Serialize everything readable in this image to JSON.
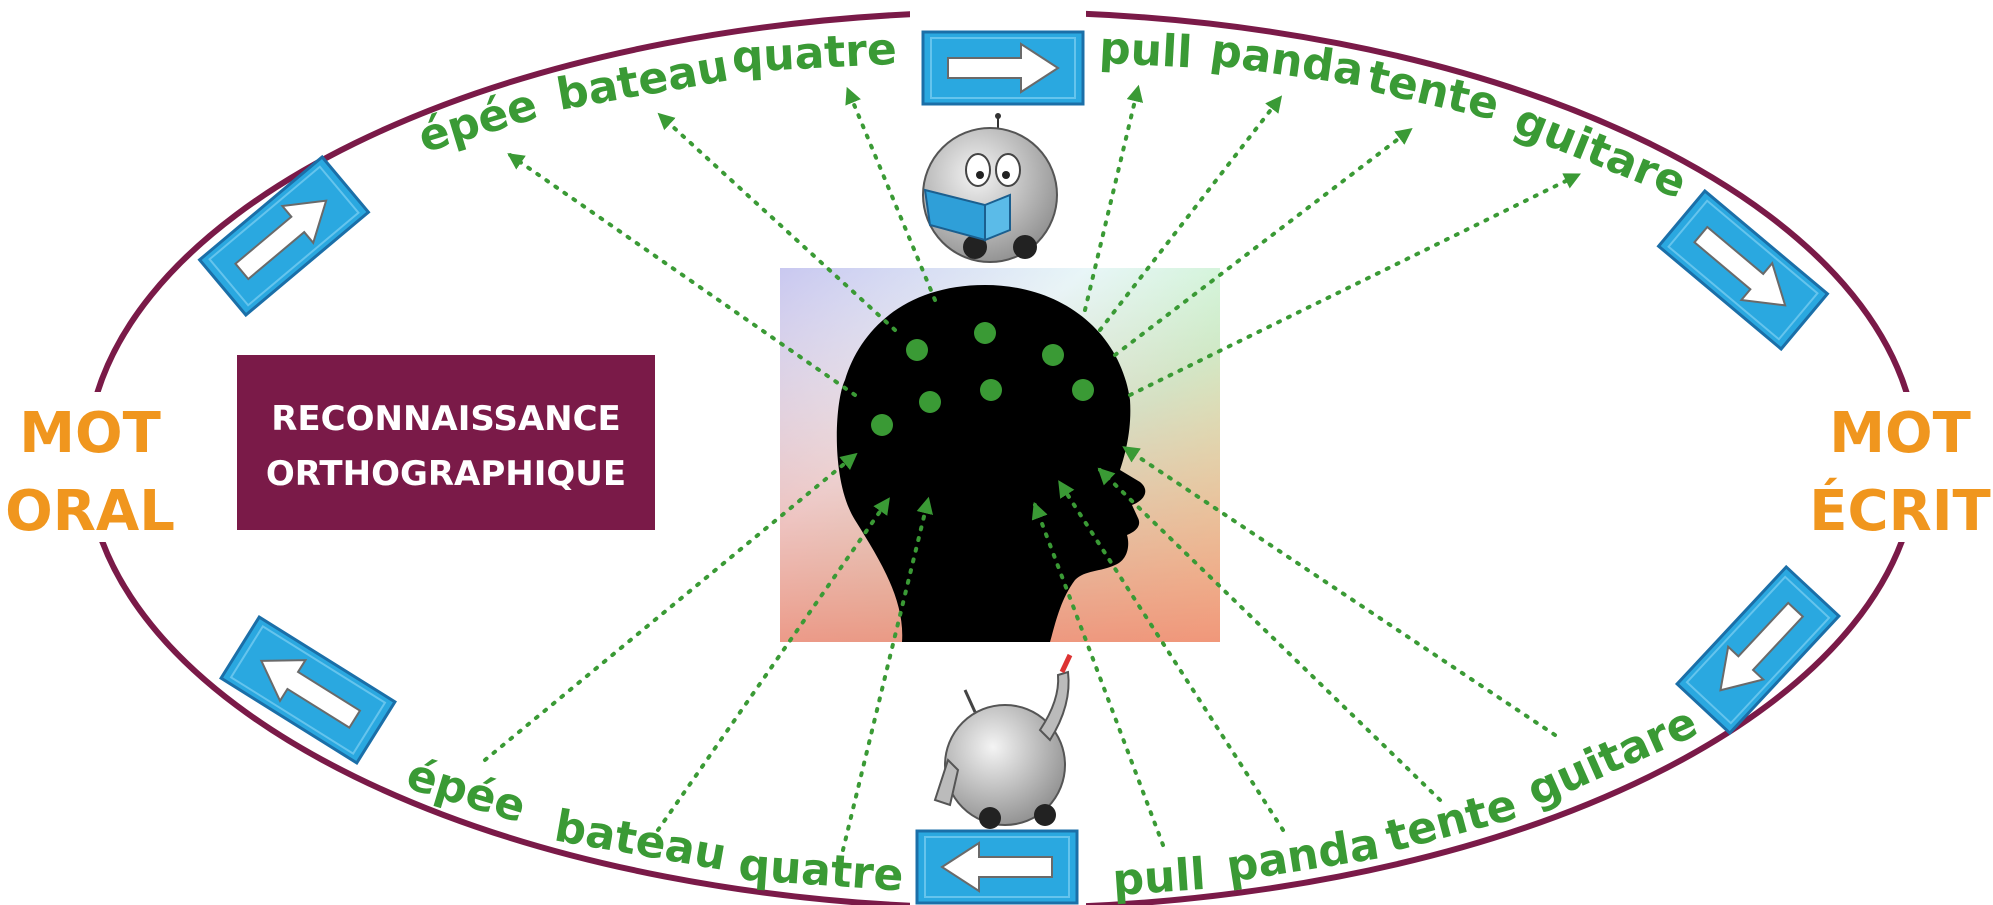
{
  "left_label": {
    "line1": "MOT",
    "line2": "ORAL"
  },
  "right_label": {
    "line1": "MOT",
    "line2": "ÉCRIT"
  },
  "box": {
    "line1": "RECONNAISSANCE",
    "line2": "ORTHOGRAPHIQUE"
  },
  "top_words": [
    "épée",
    "bateau",
    "quatre",
    "pull",
    "panda",
    "tente",
    "guitare"
  ],
  "bottom_words": [
    "épée",
    "bateau",
    "quatre",
    "pull",
    "panda",
    "tente",
    "guitare"
  ],
  "colors": {
    "ellipse": "#7a1a48",
    "box_fill": "#7a1a48",
    "side_label": "#f0961e",
    "word": "#3a9a35",
    "arrow_sign": "#2aa8e0",
    "head": "#000000"
  },
  "icons": {
    "center": "head-silhouette-icon",
    "top_robot": "reading-robot-icon",
    "bottom_robot": "writing-robot-icon",
    "arrow_sign": "arrow-sign-icon"
  }
}
